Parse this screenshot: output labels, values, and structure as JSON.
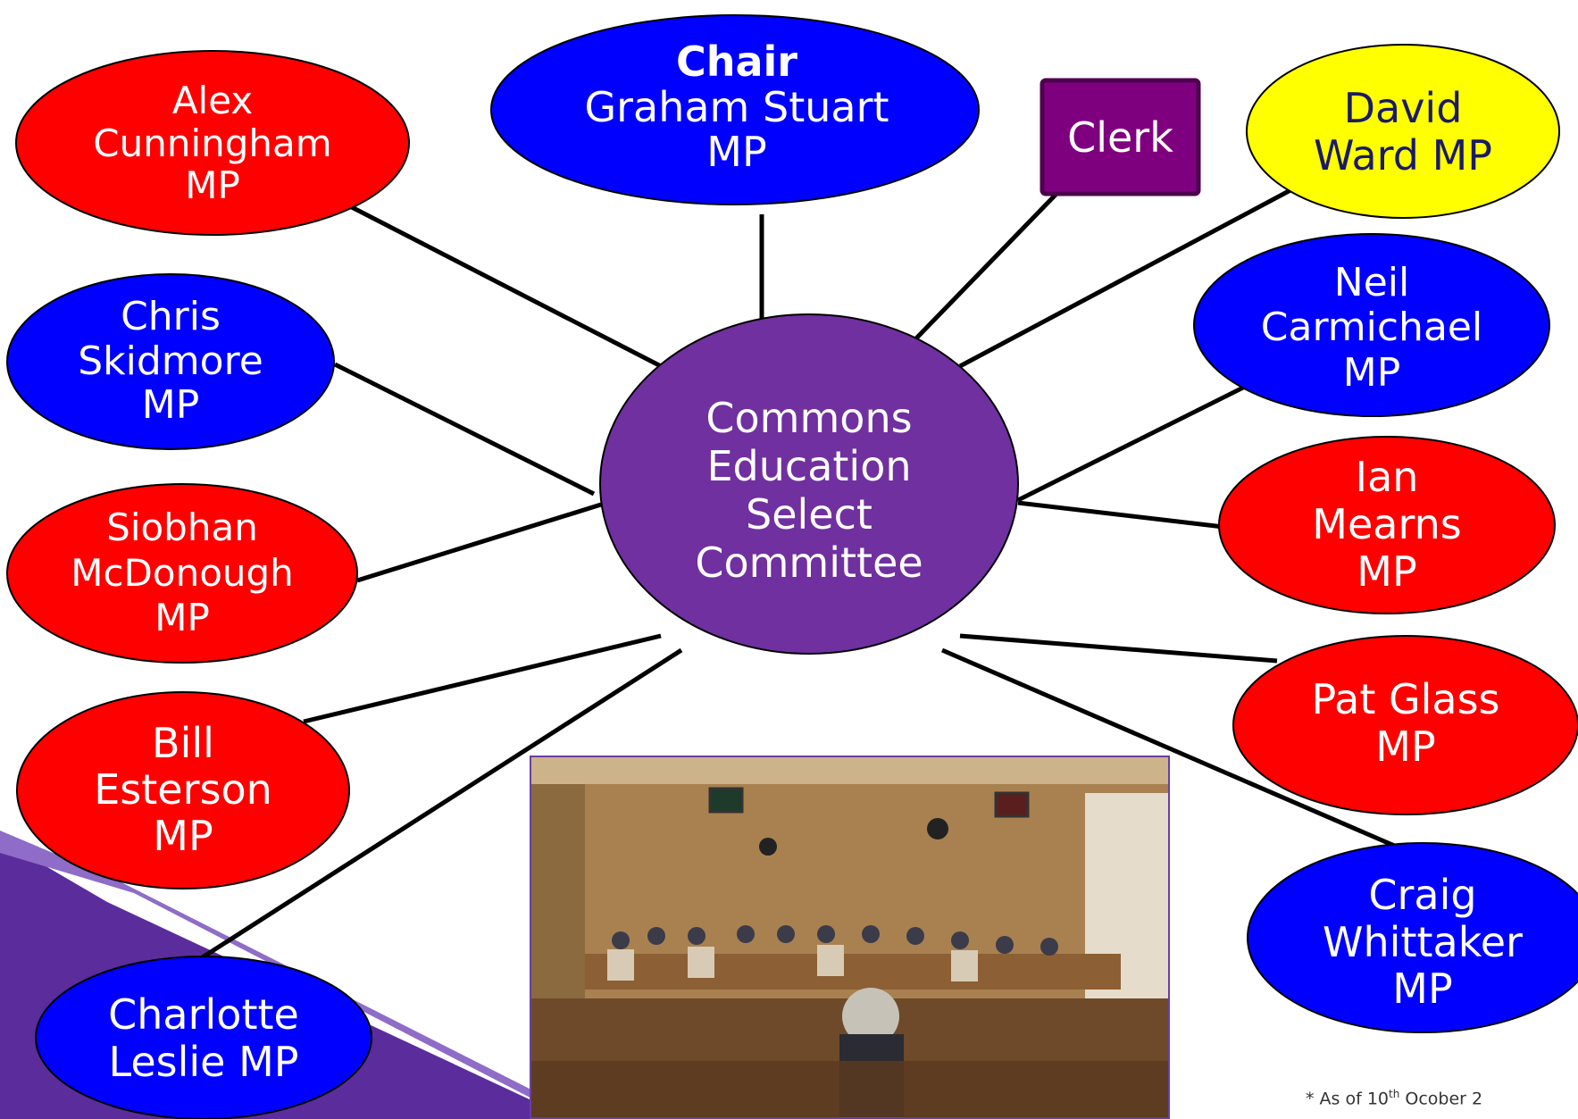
{
  "center": {
    "lines": [
      "Commons",
      "Education",
      "Select",
      "Committee"
    ]
  },
  "chair": {
    "title": "Chair",
    "lines": [
      "Graham Stuart",
      "MP"
    ]
  },
  "clerk": {
    "label": "Clerk"
  },
  "members": [
    {
      "id": "alex-cunningham",
      "lines": [
        "Alex",
        "Cunningham",
        "MP"
      ]
    },
    {
      "id": "chris-skidmore",
      "lines": [
        "Chris",
        "Skidmore",
        "MP"
      ]
    },
    {
      "id": "siobhan-mcdonough",
      "lines": [
        "Siobhan",
        "McDonough",
        "MP"
      ]
    },
    {
      "id": "bill-esterson",
      "lines": [
        "Bill",
        "Esterson",
        "MP"
      ]
    },
    {
      "id": "charlotte-leslie",
      "lines": [
        "Charlotte",
        "Leslie MP"
      ]
    },
    {
      "id": "david-ward",
      "lines": [
        "David",
        "Ward MP"
      ]
    },
    {
      "id": "neil-carmichael",
      "lines": [
        "Neil",
        "Carmichael",
        "MP"
      ]
    },
    {
      "id": "ian-mearns",
      "lines": [
        "Ian",
        "Mearns",
        "MP"
      ]
    },
    {
      "id": "pat-glass",
      "lines": [
        "Pat Glass",
        "MP"
      ]
    },
    {
      "id": "craig-whittaker",
      "lines": [
        "Craig",
        "Whittaker",
        "MP"
      ]
    }
  ],
  "colors": {
    "labour": "#ff0000",
    "conservative": "#0000ff",
    "libdem": "#ffff00",
    "committee": "#7030a0",
    "clerk": "#7f007f"
  },
  "footnote": {
    "prefix": "* As of 10",
    "sup": "th",
    "suffix": " Ocober 2"
  }
}
